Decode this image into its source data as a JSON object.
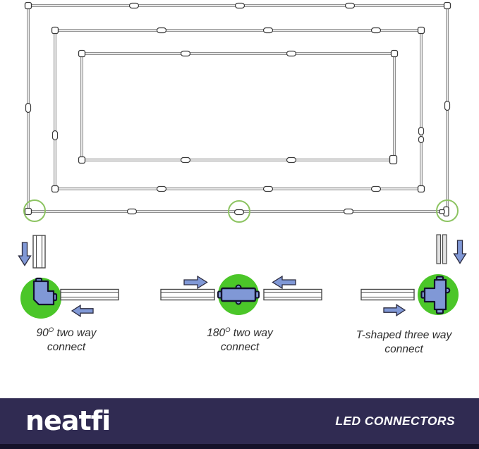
{
  "connectors": [
    {
      "name": "90-degree-two-way-connector",
      "label_prefix": "90",
      "label_sup": "O",
      "label_suffix": " two way",
      "label_line2": "connect"
    },
    {
      "name": "180-degree-two-way-connector",
      "label_prefix": "180",
      "label_sup": "O",
      "label_suffix": " two way",
      "label_line2": "connect"
    },
    {
      "name": "t-shaped-three-way-connector",
      "label_prefix": "T-shaped three way",
      "label_sup": "",
      "label_suffix": "",
      "label_line2": "connect"
    }
  ],
  "footer": {
    "brand": "neatfi",
    "caption": "LED CONNECTORS"
  },
  "colors": {
    "green": "#4bc629",
    "highlight_green": "#8dc462",
    "connector_blue": "#8098d6",
    "connector_outline": "#13132e",
    "line_gray": "#606060",
    "footer_bg": "#302b52"
  }
}
